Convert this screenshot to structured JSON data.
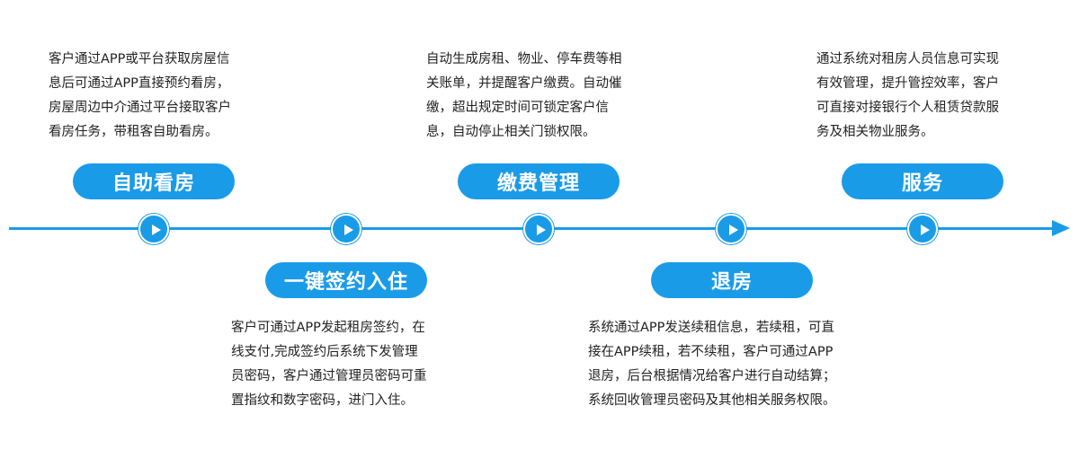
{
  "colors": {
    "accent": "#1a9be8",
    "text": "#222222",
    "pill_text": "#ffffff"
  },
  "icons": {
    "node": "play-triangle-icon",
    "end": "arrowhead-icon"
  },
  "steps": [
    {
      "title": "自助看房",
      "lines": [
        "客户通过APP或平台获取房屋信",
        "息后可通过APP直接预约看房，",
        "房屋周边中介通过平台接取客户",
        "看房任务，带租客自助看房。"
      ]
    },
    {
      "title": "一键签约入住",
      "lines": [
        "客户可通过APP发起租房签约，在",
        "线支付,完成签约后系统下发管理",
        "员密码，客户通过管理员密码可重",
        "置指纹和数字密码，进门入住。"
      ]
    },
    {
      "title": "缴费管理",
      "lines": [
        "自动生成房租、物业、停车费等相",
        "关账单，并提醒客户缴费。自动催",
        "缴，超出规定时间可锁定客户信",
        "息，自动停止相关门锁权限。"
      ]
    },
    {
      "title": "退房",
      "lines": [
        "系统通过APP发送续租信息，若续租，可直",
        "接在APP续租，若不续租，客户可通过APP",
        "退房，后台根据情况给客户进行自动结算；",
        "系统回收管理员密码及其他相关服务权限。"
      ]
    },
    {
      "title": "服务",
      "lines": [
        "通过系统对租房人员信息可实现",
        "有效管理，提升管控效率，客户",
        "可直接对接银行个人租赁贷款服",
        "务及相关物业服务。"
      ]
    }
  ]
}
